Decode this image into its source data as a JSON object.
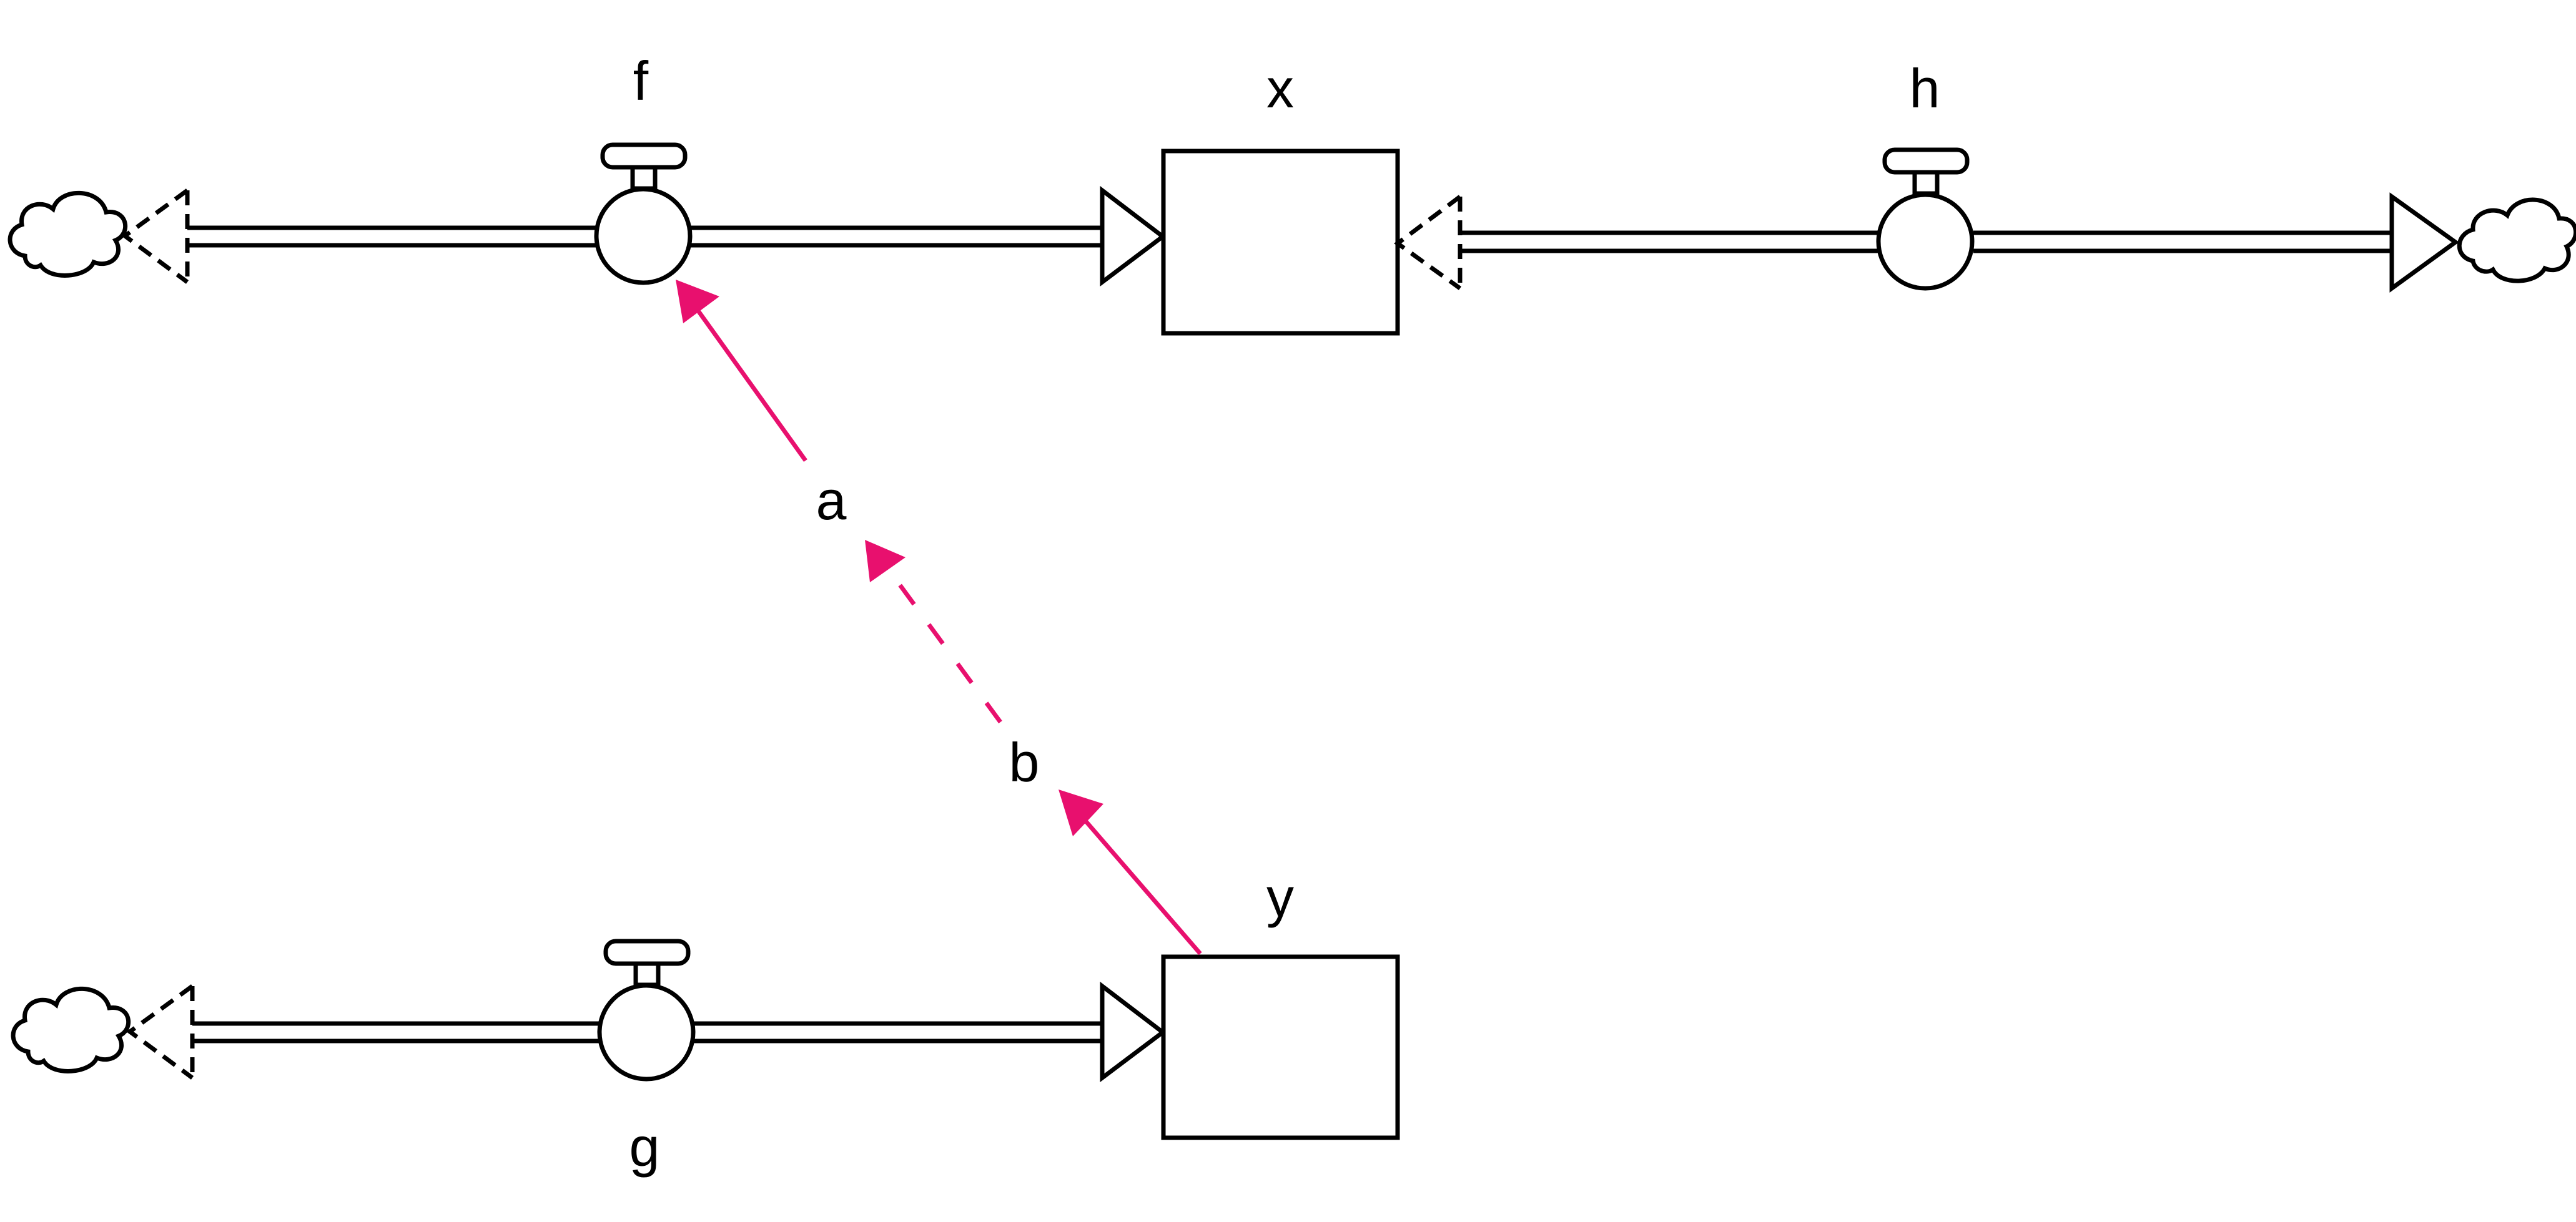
{
  "stocks": [
    {
      "id": "x",
      "label": "x"
    },
    {
      "id": "y",
      "label": "y"
    }
  ],
  "flows": [
    {
      "id": "f",
      "label": "f"
    },
    {
      "id": "g",
      "label": "g"
    },
    {
      "id": "h",
      "label": "h"
    }
  ],
  "auxiliaries": [
    {
      "id": "a",
      "label": "a"
    },
    {
      "id": "b",
      "label": "b"
    }
  ],
  "links": [
    {
      "from": "y",
      "to": "b",
      "style": "solid"
    },
    {
      "from": "b",
      "to": "a",
      "style": "dashed"
    },
    {
      "from": "a",
      "to": "f",
      "style": "solid"
    }
  ],
  "colors": {
    "link": "#e8106e",
    "outline": "#000000",
    "background": "#ffffff"
  },
  "icons": [
    "cloud-icon",
    "valve-icon"
  ]
}
